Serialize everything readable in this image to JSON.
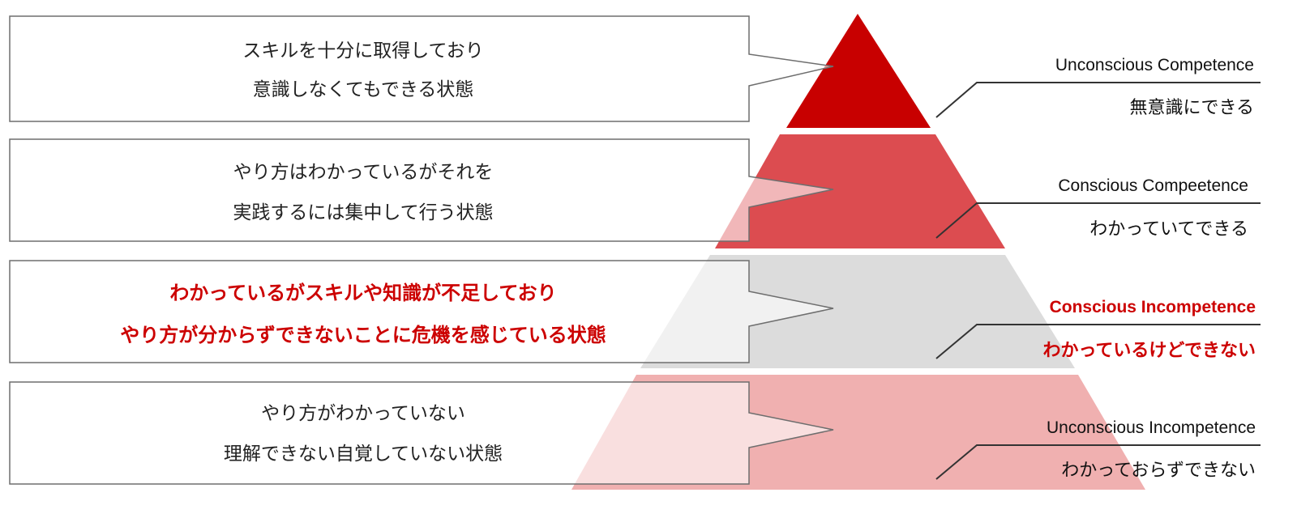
{
  "colors": {
    "tier_top": "#c80000",
    "tier_2": "#dc4c50",
    "tier_3": "#dcdcdc",
    "tier_bottom": "#f0b0b0",
    "highlight": "#cc0000",
    "callout_border": "#6e6e6e"
  },
  "levels": [
    {
      "description": [
        "スキルを十分に取得しており",
        "意識しなくてもできる状態"
      ],
      "label_en": "Unconscious Competence",
      "label_ja": "無意識にできる",
      "highlighted": false
    },
    {
      "description": [
        "やり方はわかっているがそれを",
        "実践するには集中して行う状態"
      ],
      "label_en": "Conscious Compeetence",
      "label_ja": "わかっていてできる",
      "highlighted": false
    },
    {
      "description": [
        "わかっているがスキルや知識が不足しており",
        "やり方が分からずできないことに危機を感じている状態"
      ],
      "label_en": "Conscious Incompetence",
      "label_ja": "わかっているけどできない",
      "highlighted": true
    },
    {
      "description": [
        "やり方がわかっていない",
        "理解できない自覚していない状態"
      ],
      "label_en": "Unconscious Incompetence",
      "label_ja": "わかっておらずできない",
      "highlighted": false
    }
  ]
}
